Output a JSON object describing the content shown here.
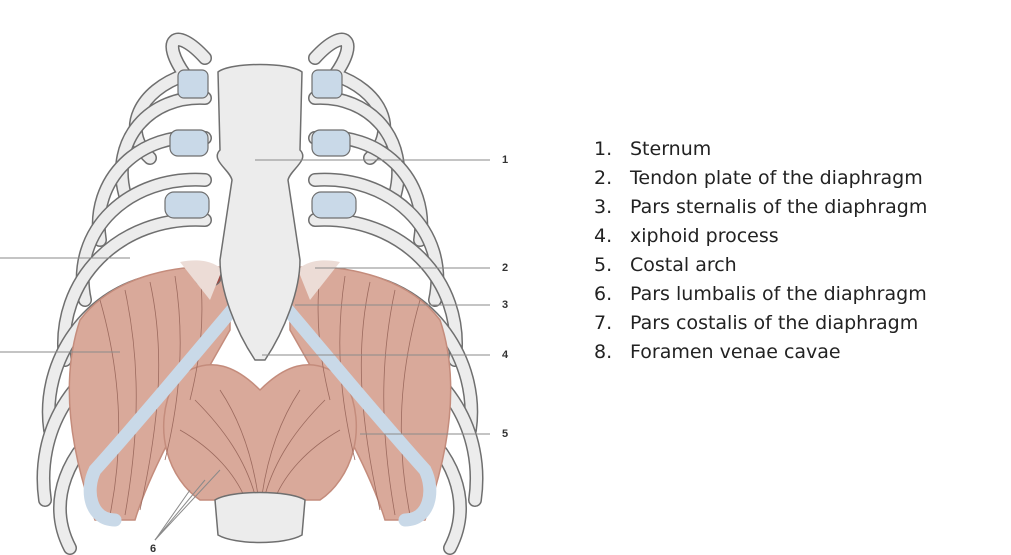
{
  "figure": {
    "callouts": [
      "1",
      "2",
      "3",
      "4",
      "5",
      "6"
    ],
    "colors": {
      "bone": "#ececec",
      "cartilage": "#c9d9e8",
      "muscle": "#d9a99a",
      "muscle_shadow": "#c48c7c",
      "outline": "#6f6f6f",
      "fiber": "#9c6a5e",
      "leader": "#8a8a8a"
    }
  },
  "legend": {
    "items": [
      {
        "num": "1.",
        "label": "Sternum"
      },
      {
        "num": "2.",
        "label": "Tendon plate of the diaphragm"
      },
      {
        "num": "3.",
        "label": "Pars sternalis of the diaphragm"
      },
      {
        "num": "4.",
        "label": "xiphoid process"
      },
      {
        "num": "5.",
        "label": "Costal arch"
      },
      {
        "num": "6.",
        "label": "Pars lumbalis of the diaphragm"
      },
      {
        "num": "7.",
        "label": "Pars costalis of the diaphragm"
      },
      {
        "num": "8.",
        "label": "Foramen venae cavae"
      }
    ]
  }
}
